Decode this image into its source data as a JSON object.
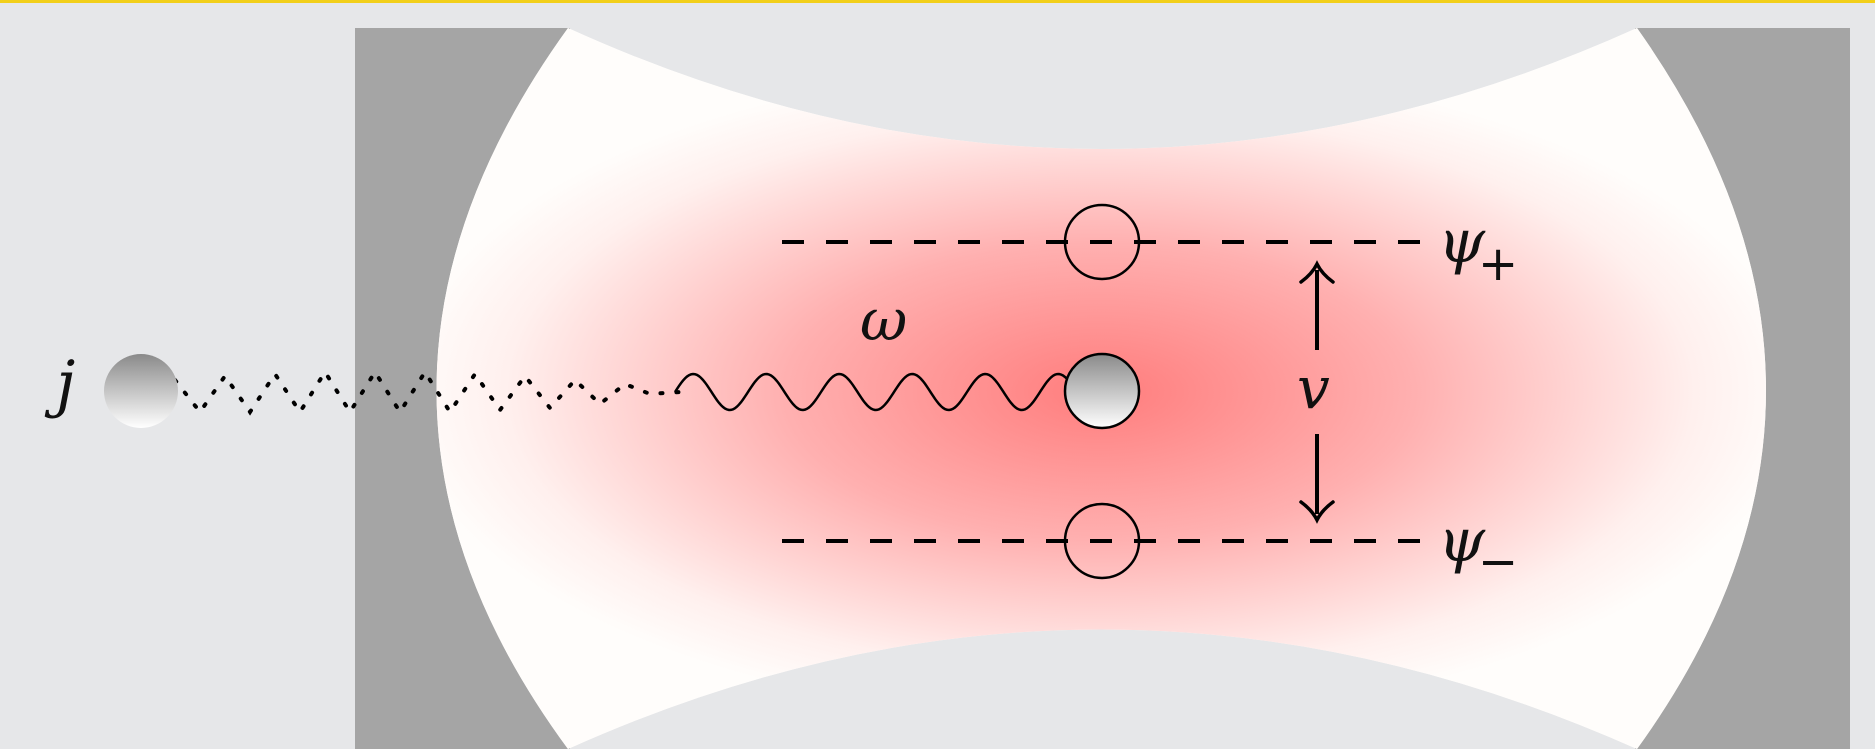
{
  "labels": {
    "left_state": "j",
    "frequency": "ω",
    "coupling": "v",
    "upper_level": "ψ",
    "upper_sign": "+",
    "lower_level": "ψ",
    "lower_sign": "−"
  },
  "colors": {
    "background": "#e6e7e9",
    "top_rule": "#f2cf1a",
    "mirror": "#a5a5a5",
    "cavity_field": "#ff7d7d",
    "line": "#000000"
  }
}
